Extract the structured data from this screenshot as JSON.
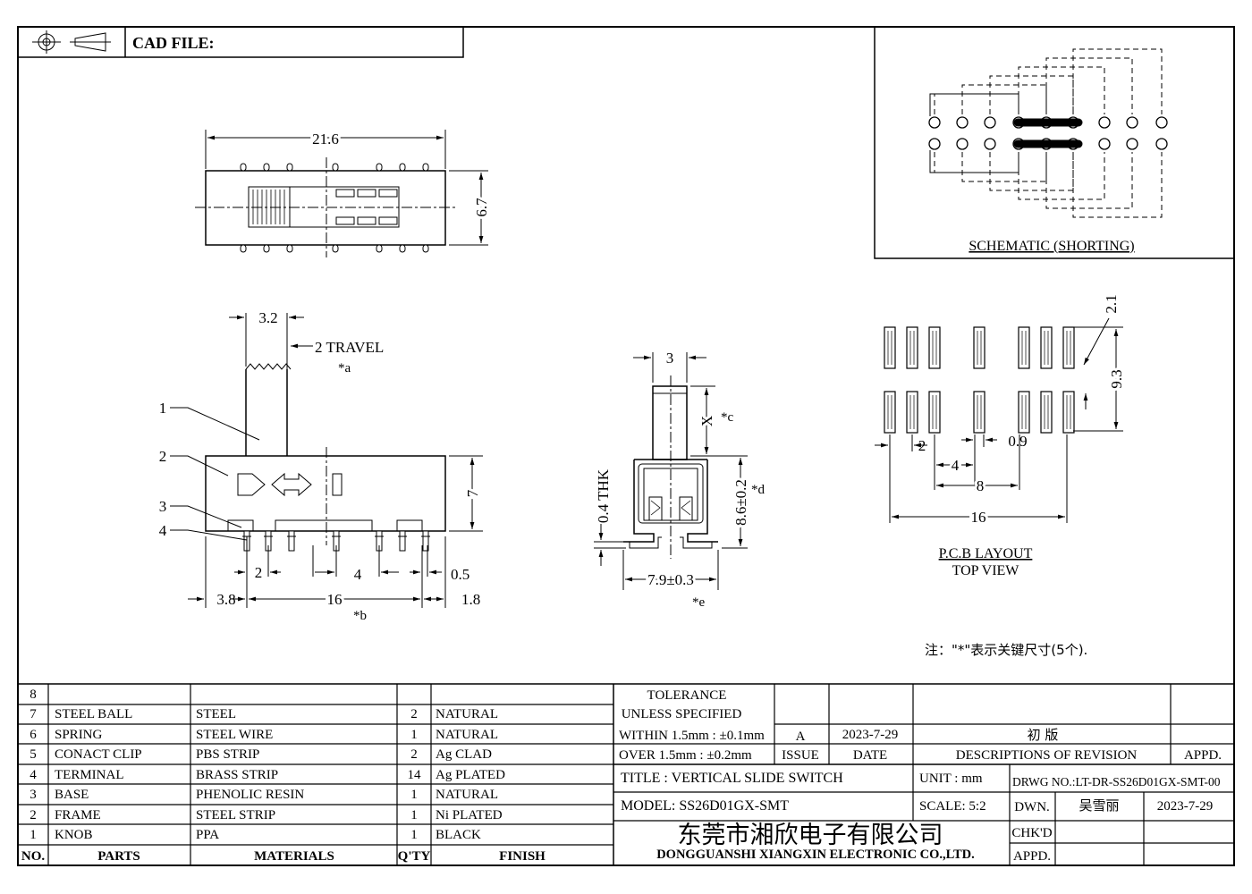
{
  "header": {
    "cad_file_label": "CAD FILE:"
  },
  "top_view": {
    "width_dim": "21.6",
    "height_dim": "6.7"
  },
  "schematic": {
    "caption": "SCHEMATIC (SHORTING)"
  },
  "side_view": {
    "knob_width_dim": "3.2",
    "travel_label": "2 TRAVEL",
    "travel_key": "*a",
    "height_dim": "7",
    "callouts": [
      "1",
      "2",
      "3",
      "4"
    ],
    "dim_pitch": "2",
    "dim_span": "4",
    "dim_pin": "0.5",
    "dim_left_offset": "3.8",
    "dim_total": "16",
    "dim_right_offset": "1.8",
    "total_key": "*b"
  },
  "end_view": {
    "knob_dim": "3",
    "x_dim": "X",
    "x_key": "*c",
    "thk_label": "0.4 THK",
    "height_dim": "8.6±0.2",
    "height_key": "*d",
    "width_dim": "7.9±0.3",
    "width_key": "*e"
  },
  "pcb_layout": {
    "pad_width": "2.1",
    "row_span": "9.3",
    "pitch": "2",
    "gap": "0.9",
    "span4": "4",
    "span8": "8",
    "span16": "16",
    "caption": "P.C.B LAYOUT",
    "sub_caption": "TOP VIEW"
  },
  "note": "注：\"*\"表示关键尺寸(5个).",
  "bom": {
    "rows": [
      {
        "no": "8",
        "part": "",
        "material": "",
        "qty": "",
        "finish": ""
      },
      {
        "no": "7",
        "part": "STEEL BALL",
        "material": "STEEL",
        "qty": "2",
        "finish": "NATURAL"
      },
      {
        "no": "6",
        "part": "SPRING",
        "material": "STEEL WIRE",
        "qty": "1",
        "finish": "NATURAL"
      },
      {
        "no": "5",
        "part": "CONACT CLIP",
        "material": "PBS STRIP",
        "qty": "2",
        "finish": "Ag CLAD"
      },
      {
        "no": "4",
        "part": "TERMINAL",
        "material": "BRASS STRIP",
        "qty": "14",
        "finish": "Ag PLATED"
      },
      {
        "no": "3",
        "part": "BASE",
        "material": "PHENOLIC RESIN",
        "qty": "1",
        "finish": "NATURAL"
      },
      {
        "no": "2",
        "part": "FRAME",
        "material": "STEEL STRIP",
        "qty": "1",
        "finish": "Ni PLATED"
      },
      {
        "no": "1",
        "part": "KNOB",
        "material": "PPA",
        "qty": "1",
        "finish": "BLACK"
      }
    ],
    "headers": {
      "no": "NO.",
      "part": "PARTS",
      "material": "MATERIALS",
      "qty": "Q'TY",
      "finish": "FINISH"
    }
  },
  "title_block": {
    "tolerance_line1": "TOLERANCE",
    "tolerance_line2": "UNLESS  SPECIFIED",
    "within": "WITHIN 1.5mm : ±0.1mm",
    "over": "OVER 1.5mm : ±0.2mm",
    "issue_value": "A",
    "issue_date": "2023-7-29",
    "revision_desc": "初  版",
    "issue_label": "ISSUE",
    "date_label": "DATE",
    "desc_label": "DESCRIPTIONS  OF  REVISION",
    "appd_label": "APPD.",
    "title": "TITLE :  VERTICAL SLIDE SWITCH",
    "unit": "UNIT :   mm",
    "drwg_no": "DRWG NO.:LT-DR-SS26D01GX-SMT-00",
    "model": "MODEL:   SS26D01GX-SMT",
    "scale": "SCALE:  5:2",
    "dwn_label": "DWN.",
    "dwn_name": "吴雪丽",
    "dwn_date": "2023-7-29",
    "chkd_label": "CHK'D",
    "appd2_label": "APPD.",
    "company_cn": "东莞市湘欣电子有限公司",
    "company_en": "DONGGUANSHI XIANGXIN ELECTRONIC CO.,LTD."
  }
}
